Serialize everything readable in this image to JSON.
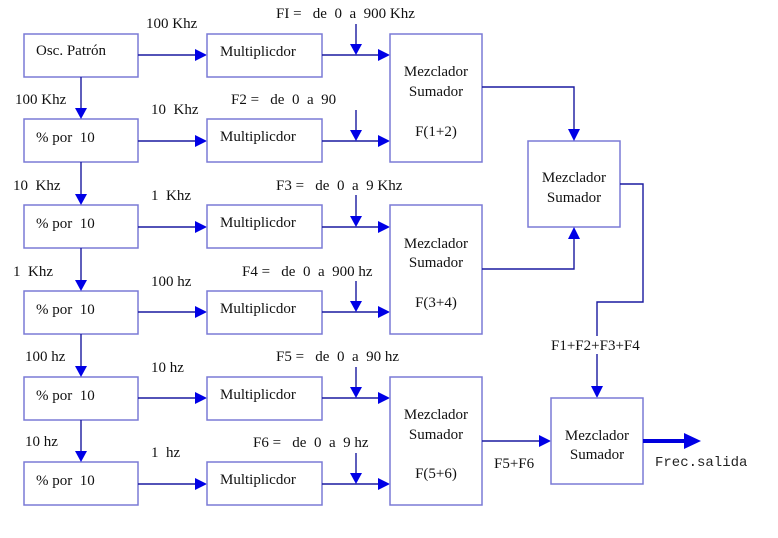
{
  "diagram": {
    "oscillator": {
      "label": "Osc. Patrón"
    },
    "dividers": [
      {
        "label": "% por  10",
        "input_label": "100 Khz",
        "output_label": "10  Khz"
      },
      {
        "label": "% por  10",
        "input_label": "10  Khz",
        "output_label": "1  Khz"
      },
      {
        "label": "% por  10",
        "input_label": "1  Khz",
        "output_label": "100 hz"
      },
      {
        "label": "% por  10",
        "input_label": "100 hz",
        "output_label": "10 hz"
      },
      {
        "label": "% por  10",
        "input_label": "10 hz",
        "output_label": "1  hz"
      }
    ],
    "oscillator_output_label": "100 Khz",
    "multipliers": [
      {
        "label": "Multiplicdor",
        "range_label": "FI =   de  0  a  900 Khz"
      },
      {
        "label": "Multiplicdor",
        "range_label": "F2 =   de  0  a  90"
      },
      {
        "label": "Multiplicdor",
        "range_label": "F3 =   de  0  a  9 Khz"
      },
      {
        "label": "Multiplicdor",
        "range_label": "F4 =   de  0  a  900 hz"
      },
      {
        "label": "Multiplicdor",
        "range_label": "F5 =   de  0  a  90 hz"
      },
      {
        "label": "Multiplicdor",
        "range_label": "F6 =   de  0  a  9 hz"
      }
    ],
    "mixers_stage1": [
      {
        "line1": "Mezclador",
        "line2": "Sumador",
        "sub": "F(1+2)"
      },
      {
        "line1": "Mezclador",
        "line2": "Sumador",
        "sub": "F(3+4)"
      },
      {
        "line1": "Mezclador",
        "line2": "Sumador",
        "sub": "F(5+6)"
      }
    ],
    "mixer_stage2": {
      "line1": "Mezclador",
      "line2": "Sumador"
    },
    "mixer_final": {
      "line1": "Mezclador",
      "line2": "Sumador"
    },
    "sum_label_1234": "F1+F2+F3+F4",
    "sum_label_56": "F5+F6",
    "output_label": "Frec.salida",
    "colors": {
      "wire": "#1a1aa0",
      "arrow": "#0000e6",
      "box_border": "#7a7ad6"
    }
  }
}
